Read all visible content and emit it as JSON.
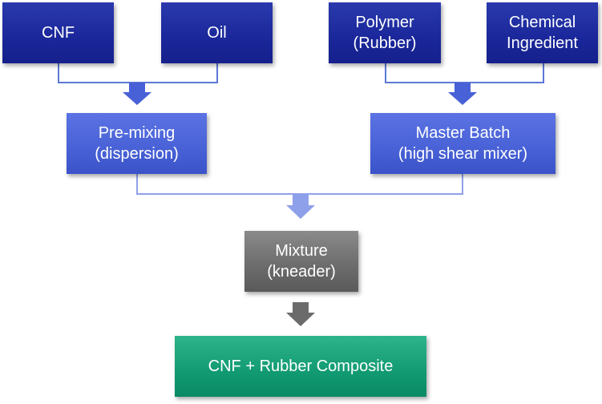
{
  "nodes": {
    "cnf": "CNF",
    "oil": "Oil",
    "polymer": "Polymer\n(Rubber)",
    "chemical": "Chemical\nIngredient",
    "premixing": "Pre-mixing\n(dispersion)",
    "masterbatch": "Master Batch\n(high shear mixer)",
    "mixture": "Mixture\n(kneader)",
    "composite": "CNF + Rubber Composite"
  },
  "colors": {
    "dark_blue": "#1a279a",
    "mid_blue": "#4861d6",
    "connector_blue": "#5c78d8",
    "light_arrow": "#8fa0ea",
    "gray": "#6b6b6b",
    "green": "#119a72"
  }
}
